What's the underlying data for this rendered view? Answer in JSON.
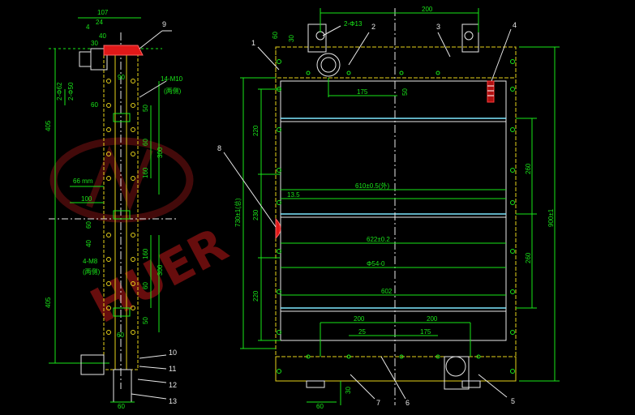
{
  "watermark": {
    "brand": "HUER"
  },
  "callouts": [
    "1",
    "2",
    "3",
    "4",
    "5",
    "6",
    "7",
    "8",
    "9",
    "10",
    "11",
    "12",
    "13"
  ],
  "side_view": {
    "dims": {
      "width_107": "107",
      "d_24": "24",
      "d_4": "4",
      "d_40": "40",
      "d_30": "30",
      "d_90": "90",
      "d_60": "60",
      "phi62": "2-Φ62",
      "phi50": "2-Φ50",
      "d_405_top": "405",
      "d_405_bot": "405",
      "d_66mm": "66 mm",
      "d_100": "100",
      "bolt_m10": "14-M10",
      "note_m10": "(两侧)",
      "bolt_m8": "4-M8",
      "note_m8": "(两侧)",
      "d_50a": "50",
      "d_60a": "60",
      "d_300a": "300",
      "d_160a": "160",
      "d_60b": "60",
      "d_40b": "40",
      "d_160b": "160",
      "d_300b": "300",
      "d_60c": "60",
      "d_50b": "50",
      "d_60d": "60",
      "d_60bot": "60"
    }
  },
  "front_view": {
    "dims": {
      "top_200": "200",
      "hole_2phi13": "2-Φ13",
      "d_60": "60",
      "d_30": "30",
      "d_175_top": "175",
      "d_50_top": "50",
      "d_220_top": "220",
      "d_230": "230",
      "d_220_bot": "220",
      "total_height": "730±1(总)",
      "d_13_5": "13.5",
      "core_width": "610±0.5(外)",
      "d_622": "622±0.2",
      "d_654": "Φ54-0",
      "d_602": "602",
      "d_260_top": "260",
      "d_260_bot": "260",
      "overall_h": "900±1",
      "bot_200a": "200",
      "bot_200b": "200",
      "bot_25": "25",
      "bot_175": "175",
      "bot_60": "60",
      "bot_30": "30"
    }
  }
}
